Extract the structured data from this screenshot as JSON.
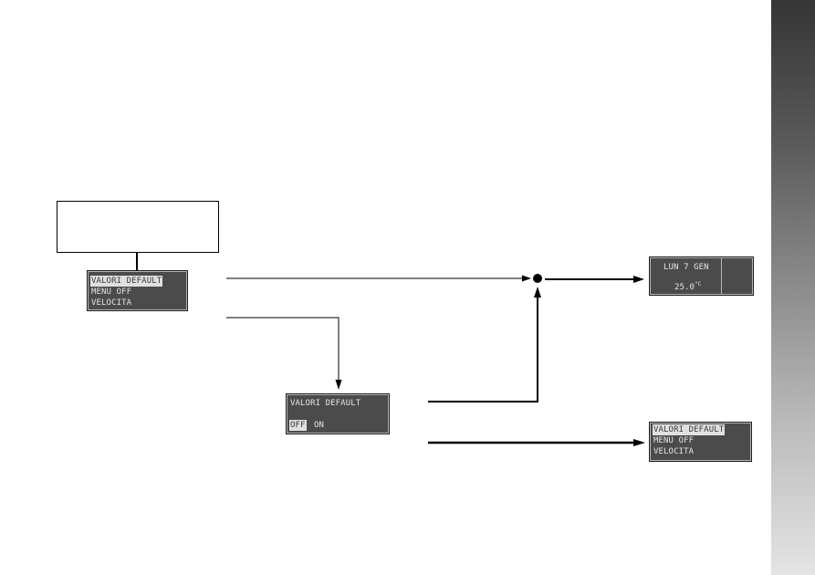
{
  "panels": {
    "menu_main": {
      "lines": [
        "VALORI DEFAULT",
        "MENU OFF",
        "VELOCITA"
      ]
    },
    "default_confirm": {
      "title": "VALORI DEFAULT",
      "off": "OFF",
      "on": "ON"
    },
    "display_home": {
      "day": "LUN 7 GEN",
      "temp": "25.0",
      "unit": "°C"
    },
    "menu_return": {
      "lines": [
        "VALORI DEFAULT",
        "MENU OFF",
        "VELOCITA"
      ]
    }
  },
  "colors": {
    "lcd_background": "#4b4b4b",
    "lcd_text": "#e4e4e4",
    "lcd_highlight": "#e0e0e0",
    "connector": "#000000",
    "side_bar_top": "#353535",
    "side_bar_bottom": "#e4e4e4"
  }
}
